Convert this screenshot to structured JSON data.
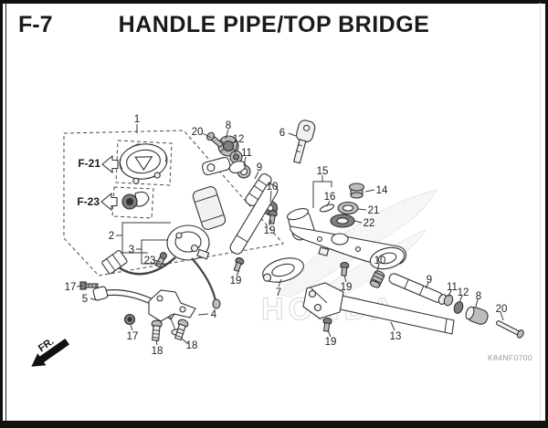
{
  "header": {
    "code": "F-7",
    "title": "HANDLE PIPE/TOP BRIDGE"
  },
  "diagram": {
    "ref_arrows": [
      {
        "label": "F-21"
      },
      {
        "label": "F-23"
      }
    ],
    "part_labels": [
      {
        "n": "1"
      },
      {
        "n": "20"
      },
      {
        "n": "8"
      },
      {
        "n": "12"
      },
      {
        "n": "11"
      },
      {
        "n": "9"
      },
      {
        "n": "10"
      },
      {
        "n": "6"
      },
      {
        "n": "15"
      },
      {
        "n": "16"
      },
      {
        "n": "14"
      },
      {
        "n": "21"
      },
      {
        "n": "22"
      },
      {
        "n": "2"
      },
      {
        "n": "3"
      },
      {
        "n": "23"
      },
      {
        "n": "19"
      },
      {
        "n": "19"
      },
      {
        "n": "19"
      },
      {
        "n": "19"
      },
      {
        "n": "7"
      },
      {
        "n": "10"
      },
      {
        "n": "17"
      },
      {
        "n": "5"
      },
      {
        "n": "17"
      },
      {
        "n": "4"
      },
      {
        "n": "18"
      },
      {
        "n": "18"
      },
      {
        "n": "13"
      },
      {
        "n": "9"
      },
      {
        "n": "11"
      },
      {
        "n": "12"
      },
      {
        "n": "8"
      },
      {
        "n": "20"
      }
    ],
    "front_marker": "FR.",
    "watermark_text": "HONDA",
    "footer_code": "K84NF0700"
  },
  "colors": {
    "line": "#3a3a3a",
    "frame": "#111111",
    "watermark": "#99a0a8",
    "code_text": "#9a9a9a"
  }
}
